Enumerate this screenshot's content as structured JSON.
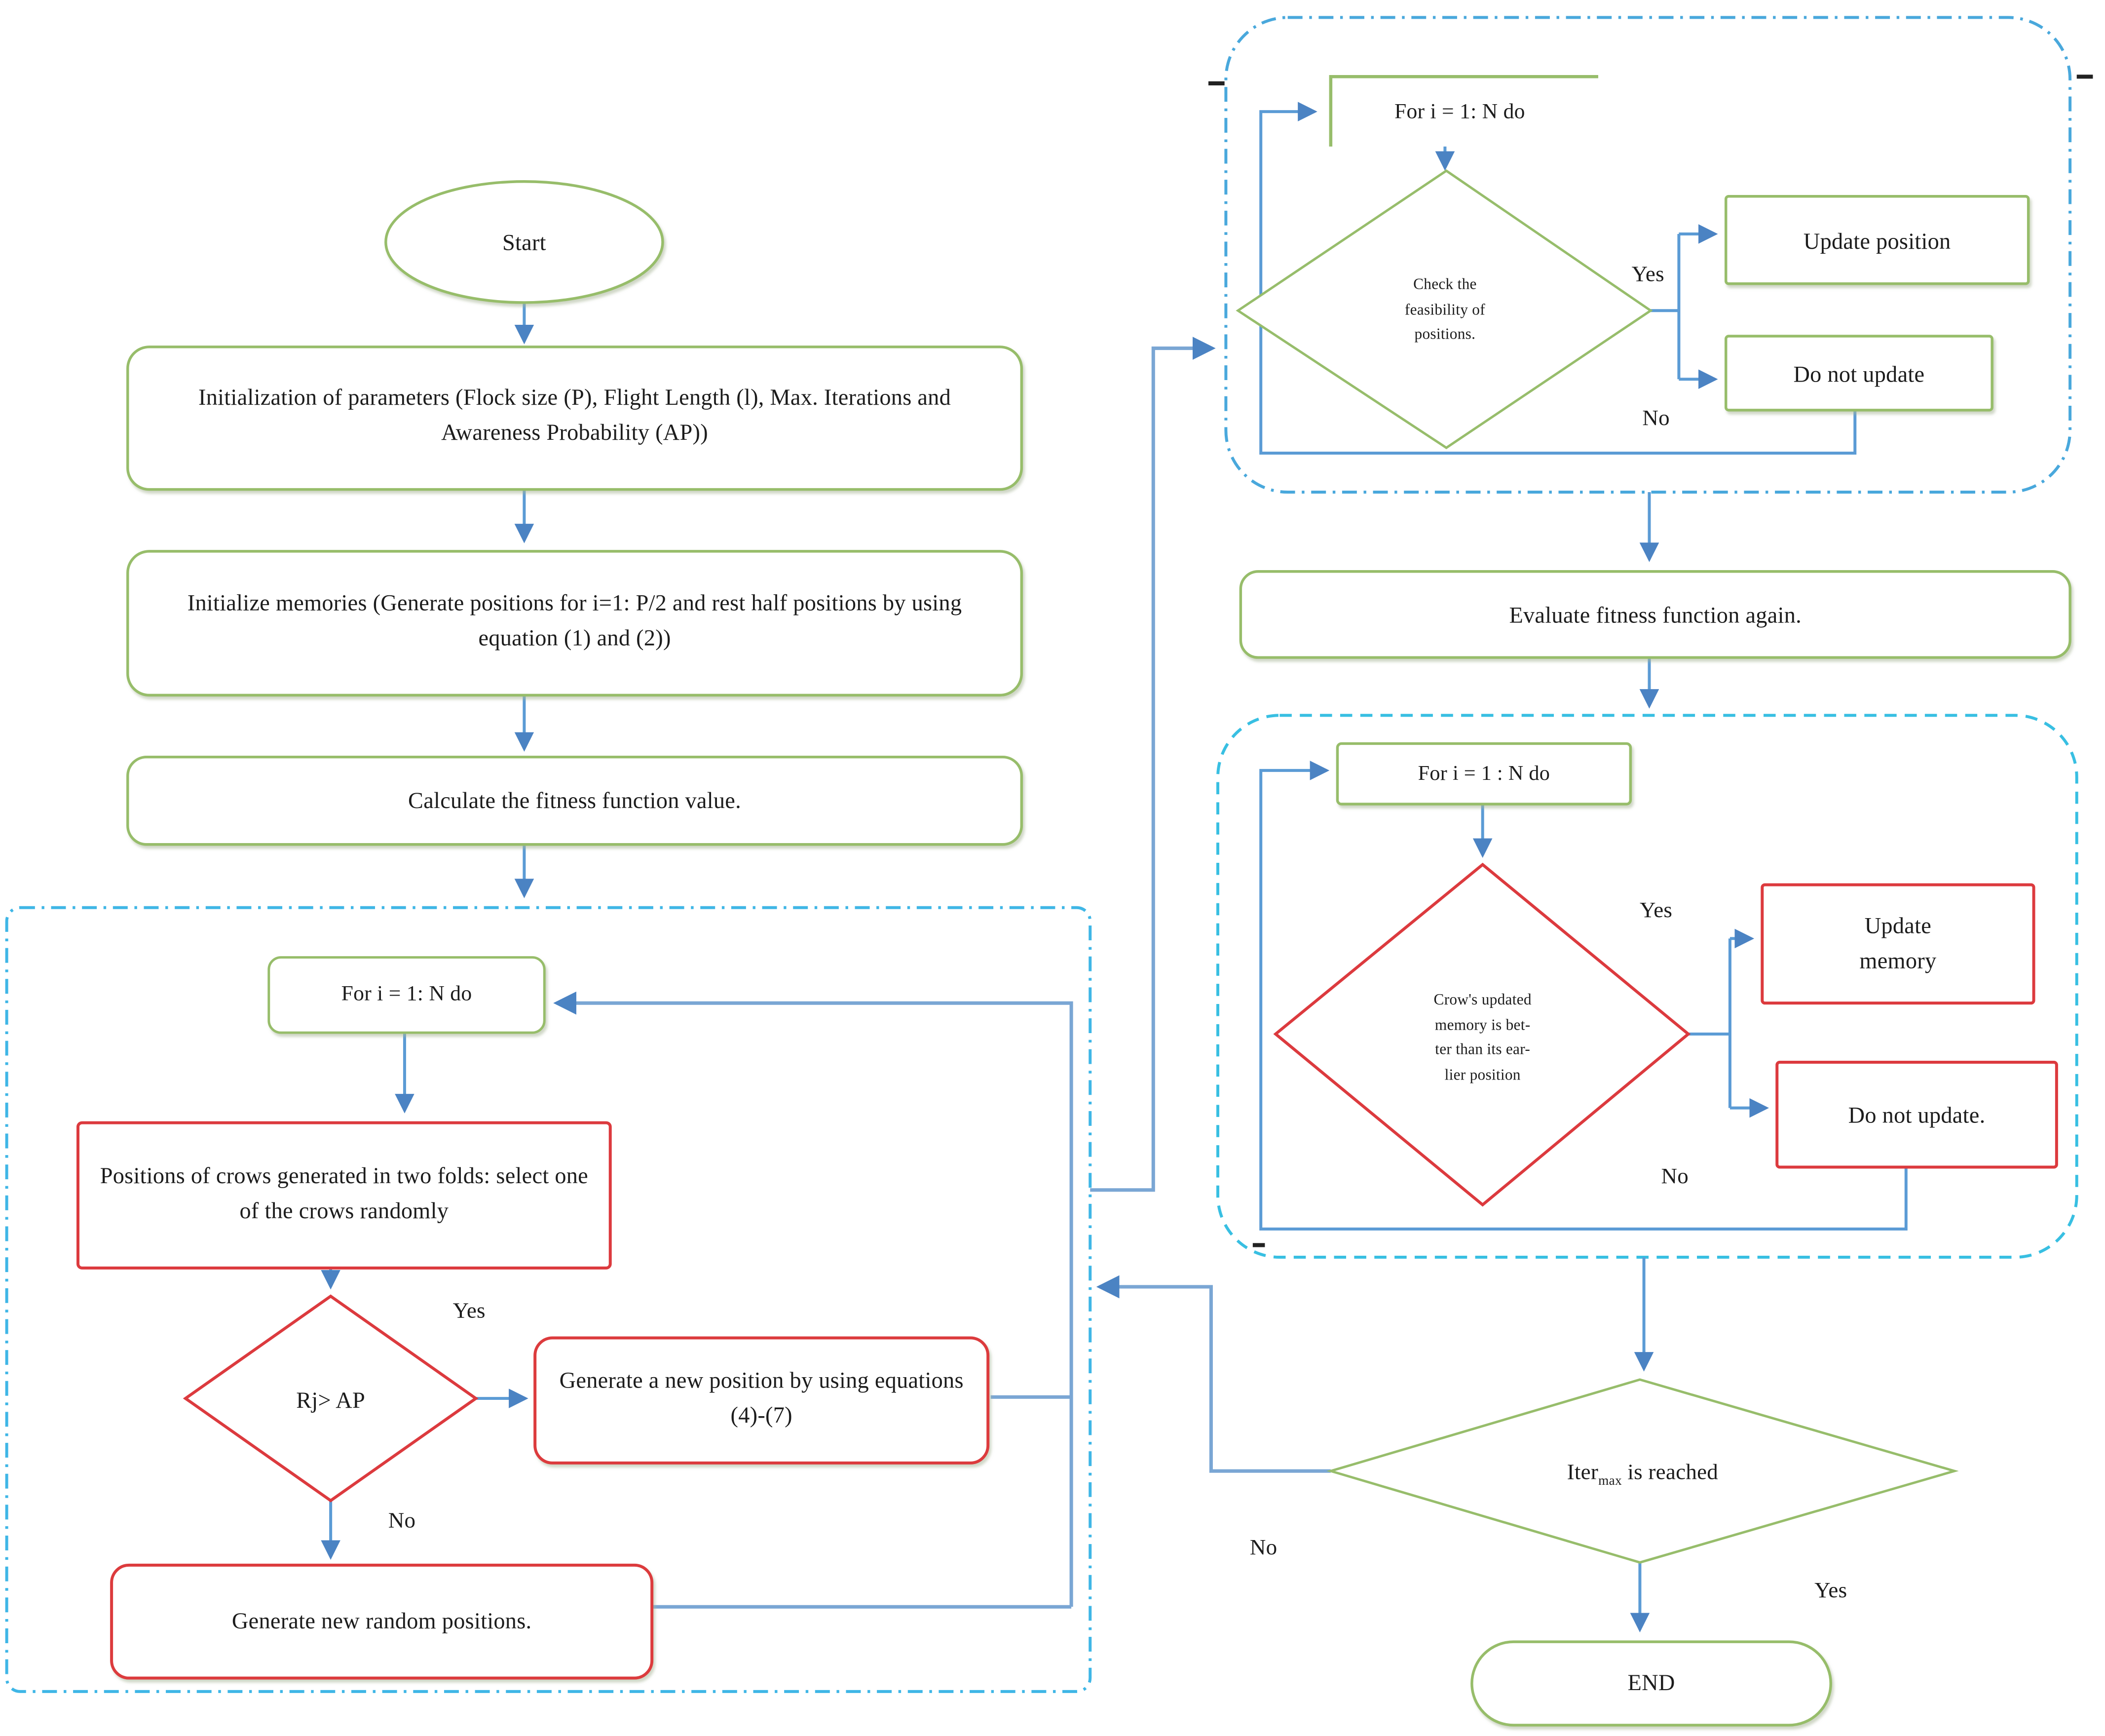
{
  "figure": {
    "type": "flowchart",
    "colors": {
      "node_green": "#97bd6b",
      "node_red": "#dc3a3e",
      "connector_blue": "#5b9bd5",
      "container_dash_cyan": "#3fb6e6",
      "text": "#1c1c1c"
    }
  },
  "nodes": {
    "start": {
      "label": "Start"
    },
    "init_params": {
      "label": "Initialization of parameters (Flock size (P), Flight Length (l), Max. Iterations and Awareness Probability (AP))"
    },
    "init_memories": {
      "label": "Initialize memories (Generate positions for i=1: P/2 and rest half positions by using equation (1) and (2))"
    },
    "calc_fitness": {
      "label": "Calculate the fitness function value."
    },
    "for_loop_1": {
      "label": "For i = 1: N do"
    },
    "positions_two_folds": {
      "label": "Positions of crows generated in two folds: select one of the crows randomly"
    },
    "rj_ap_decision": {
      "label": "Rj> AP"
    },
    "generate_new_position": {
      "label": "Generate a new position by using equations (4)-(7)"
    },
    "generate_random_positions": {
      "label": "Generate new random positions."
    },
    "for_loop_2": {
      "label": "For i = 1: N do"
    },
    "check_feasibility": {
      "label": "Check the\nfeasibility of\npositions."
    },
    "update_position": {
      "label": "Update position"
    },
    "do_not_update_position": {
      "label": "Do not update"
    },
    "evaluate_fitness_again": {
      "label": "Evaluate fitness function again."
    },
    "for_loop_3": {
      "label": "For i = 1 : N do"
    },
    "memory_better_decision": {
      "label": "Crow's updated\nmemory is bet-\nter than its ear-\nlier position"
    },
    "update_memory": {
      "label": "Update\nmemory"
    },
    "do_not_update_memory": {
      "label": "Do not update."
    },
    "iter_max_decision": {
      "pre": "Iter",
      "sub": "max",
      "post": " is reached"
    },
    "end": {
      "label": "END"
    }
  },
  "edge_labels": {
    "rj_yes": "Yes",
    "rj_no": "No",
    "feasibility_yes": "Yes",
    "feasibility_no": "No",
    "memory_yes": "Yes",
    "memory_no": "No",
    "iter_yes": "Yes",
    "iter_no": "No"
  }
}
